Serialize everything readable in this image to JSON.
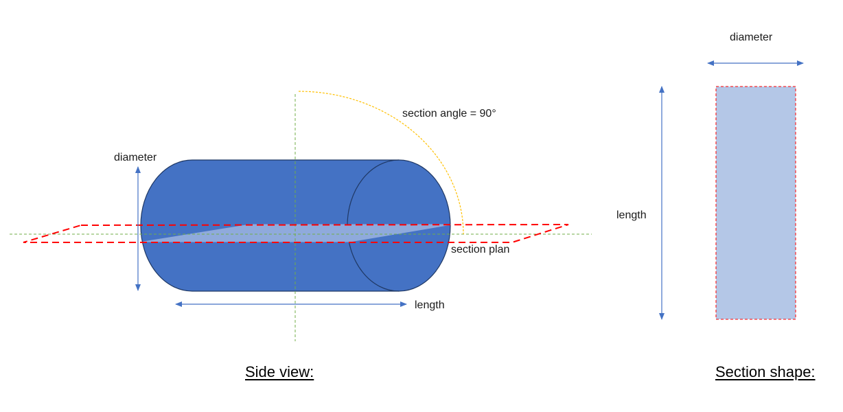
{
  "side_view": {
    "heading": "Side view:",
    "label_diameter": "diameter",
    "label_length": "length",
    "label_section_angle": "section angle = 90°",
    "label_section_plan": "section plan"
  },
  "section_shape": {
    "heading": "Section shape:",
    "label_diameter": "diameter",
    "label_length": "length"
  },
  "colors": {
    "cylinder_fill": "#4472C4",
    "cylinder_stroke": "#1F3864",
    "section_fill": "#8FAADC",
    "section_plane_dash": "#FF0000",
    "axis_dash": "#70AD47",
    "angle_arc": "#FFC000",
    "dimension_arrow": "#4472C4",
    "section_shape_fill": "#B4C7E7"
  }
}
